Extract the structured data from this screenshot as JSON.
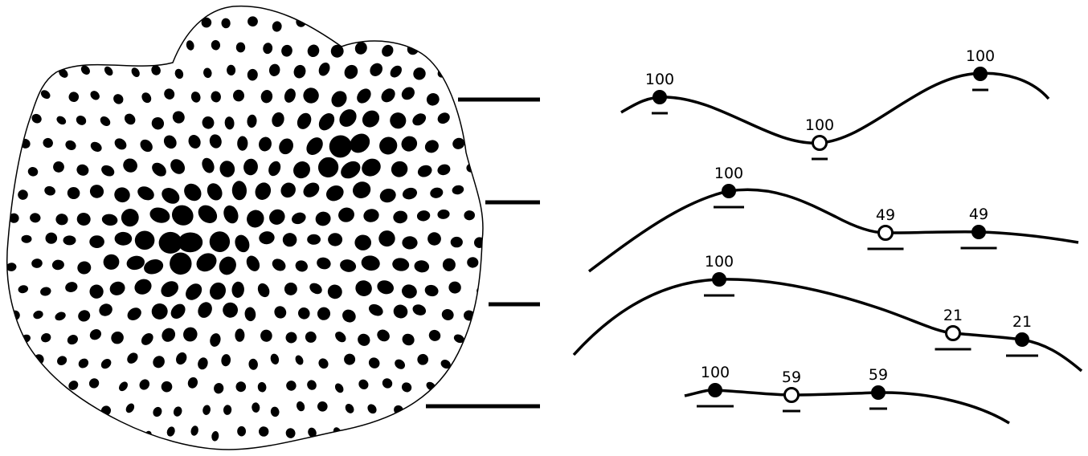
{
  "colors": {
    "ink": "#000000",
    "paper": "#ffffff"
  },
  "figure": {
    "blob": {
      "name": "dotted-surface-shape"
    },
    "profiles": [
      {
        "id": "profile-1",
        "points": [
          {
            "label": "100",
            "marker": "filled"
          },
          {
            "label": "100",
            "marker": "open"
          },
          {
            "label": "100",
            "marker": "filled"
          }
        ]
      },
      {
        "id": "profile-2",
        "points": [
          {
            "label": "100",
            "marker": "filled"
          },
          {
            "label": "49",
            "marker": "open"
          },
          {
            "label": "49",
            "marker": "filled"
          }
        ]
      },
      {
        "id": "profile-3",
        "points": [
          {
            "label": "100",
            "marker": "filled"
          },
          {
            "label": "21",
            "marker": "open"
          },
          {
            "label": "21",
            "marker": "filled"
          }
        ]
      },
      {
        "id": "profile-4",
        "points": [
          {
            "label": "100",
            "marker": "filled"
          },
          {
            "label": "59",
            "marker": "open"
          },
          {
            "label": "59",
            "marker": "filled"
          }
        ]
      }
    ]
  }
}
